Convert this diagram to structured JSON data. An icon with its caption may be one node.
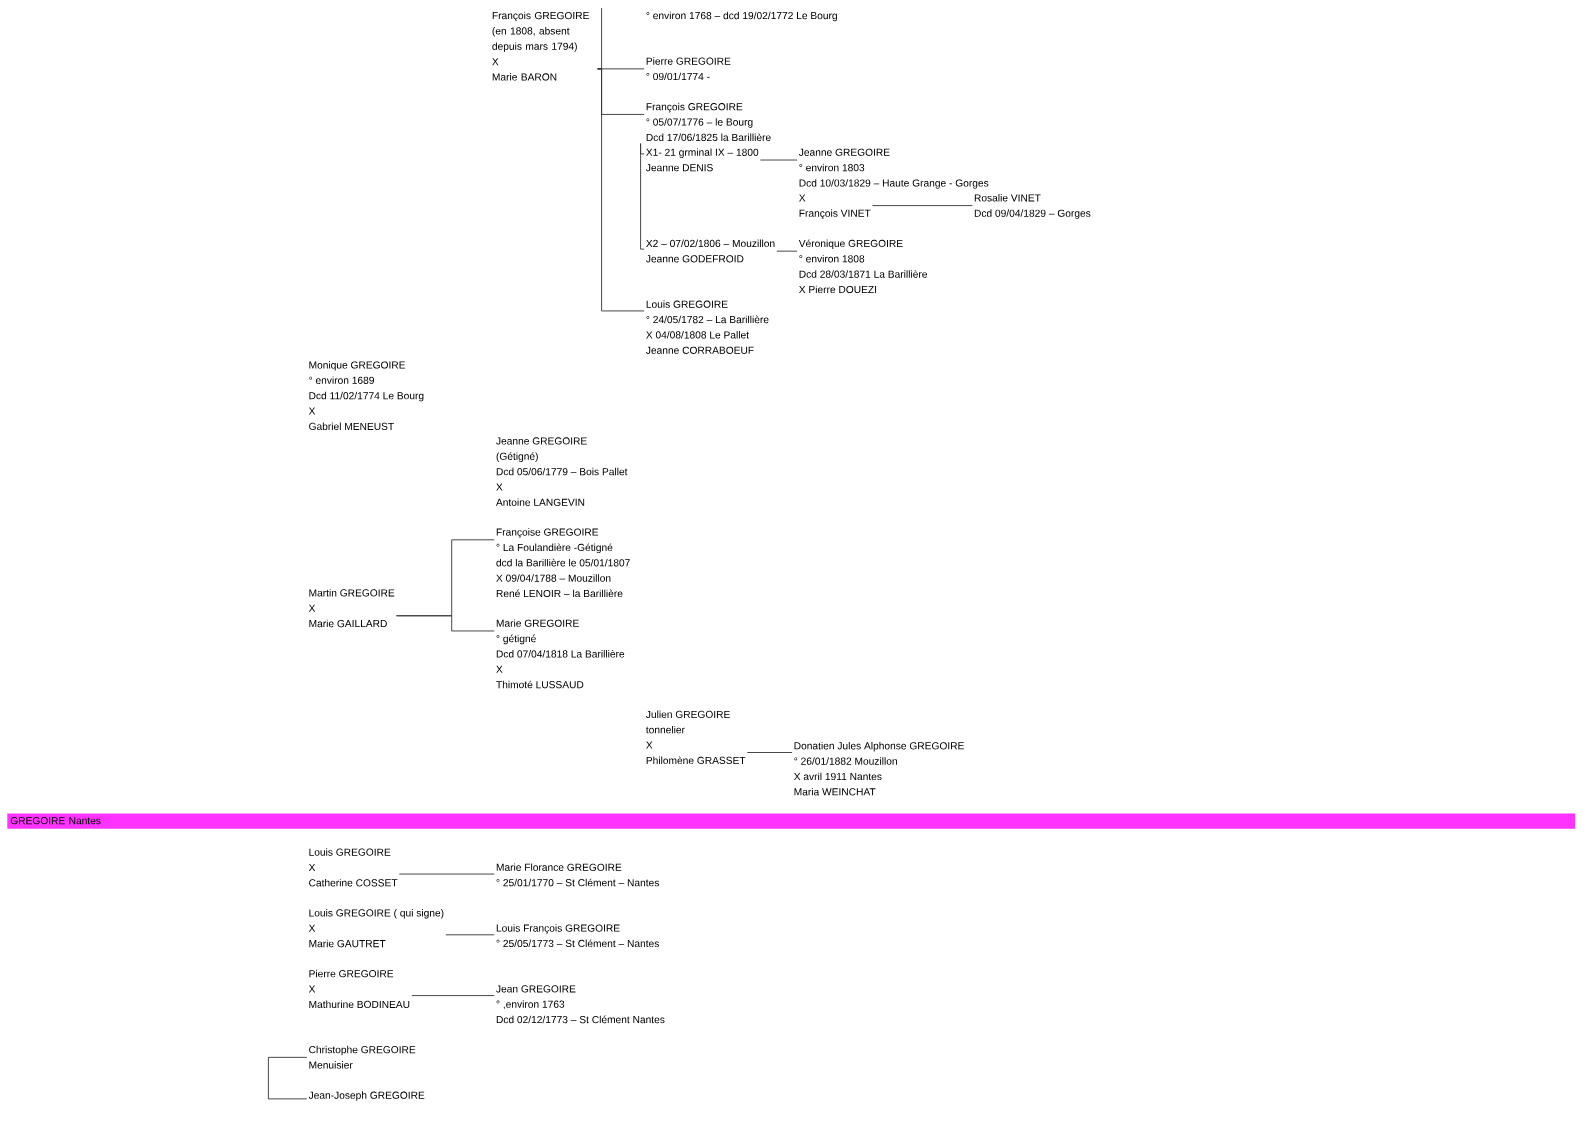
{
  "diagram": {
    "nodes": [
      {
        "text": [
          "° environ 1768 – dcd 19/02/1772 Le Bourg"
        ]
      },
      {
        "text": [
          "François GREGOIRE",
          "(en 1808, absent depuis mars 1794)",
          "X",
          "Marie BARON"
        ]
      },
      {
        "text": [
          "Pierre GREGOIRE",
          "° 09/01/1774 -"
        ]
      },
      {
        "text": [
          "François GREGOIRE",
          "° 05/07/1776 – le Bourg",
          "Dcd 17/06/1825 la Barillière"
        ]
      },
      {
        "text": [
          "X1- 21 grminal IX – 1800",
          "Jeanne DENIS"
        ]
      },
      {
        "text": [
          "X2 – 07/02/1806 – Mouzillon",
          "Jeanne GODEFROID"
        ]
      },
      {
        "text": [
          "Jeanne GREGOIRE",
          "° environ 1803",
          "Dcd 10/03/1829 – Haute Grange - Gorges"
        ]
      },
      {
        "text": [
          "X",
          "François VINET"
        ]
      },
      {
        "text": [
          "Rosalie VINET",
          "Dcd 09/04/1829 – Gorges"
        ]
      },
      {
        "text": [
          "Véronique GREGOIRE",
          "° environ 1808",
          "Dcd 28/03/1871 La Barillière",
          "X Pierre DOUEZI"
        ]
      },
      {
        "text": [
          "Louis GREGOIRE",
          "° 24/05/1782 – La Barillière",
          "X 04/08/1808 Le Pallet",
          "Jeanne CORRABOEUF"
        ]
      },
      {
        "text": [
          "Monique GREGOIRE",
          "° environ 1689",
          "Dcd 11/02/1774 Le Bourg",
          "X",
          "Gabriel MENEUST"
        ]
      },
      {
        "text": [
          "Jeanne GREGOIRE",
          "(Gétigné)",
          "Dcd 05/06/1779 – Bois Pallet",
          "X",
          "Antoine LANGEVIN"
        ]
      },
      {
        "text": [
          "Martin GREGOIRE",
          "X",
          "Marie GAILLARD"
        ]
      },
      {
        "text": [
          "Françoise GREGOIRE",
          "° La Foulandière -Gétigné",
          "dcd la Barillière le 05/01/1807",
          "X 09/04/1788 – Mouzillon",
          "René LENOIR – la Barillière"
        ]
      },
      {
        "text": [
          "Marie GREGOIRE",
          "° gétigné",
          "Dcd 07/04/1818 La Barillière",
          "X",
          "Thimoté LUSSAUD"
        ]
      },
      {
        "text": [
          "Julien GREGOIRE",
          "tonnelier",
          "X",
          "Philomène GRASSET"
        ]
      },
      {
        "text": [
          "Donatien Jules Alphonse GREGOIRE",
          "° 26/01/1882 Mouzillon",
          "X avril 1911 Nantes",
          "Maria WEINCHAT"
        ]
      },
      {
        "text": [
          "GREGOIRE Nantes"
        ]
      },
      {
        "text": [
          "Louis GREGOIRE",
          "X",
          "Catherine COSSET"
        ]
      },
      {
        "text": [
          "Marie Florance GREGOIRE",
          "° 25/01/1770 – St Clément – Nantes"
        ]
      },
      {
        "text": [
          "Louis GREGOIRE ( qui signe)",
          "X",
          "Marie GAUTRET"
        ]
      },
      {
        "text": [
          "Louis François GREGOIRE",
          "° 25/05/1773 – St Clément – Nantes"
        ]
      },
      {
        "text": [
          "Pierre GREGOIRE",
          "X",
          "Mathurine BODINEAU"
        ]
      },
      {
        "text": [
          "Jean GREGOIRE",
          "° ,environ 1763",
          "Dcd 02/12/1773 – St Clément Nantes"
        ]
      },
      {
        "text": [
          "Christophe GREGOIRE",
          "Menuisier"
        ]
      },
      {
        "text": [
          "Jean-Joseph GREGOIRE"
        ]
      }
    ],
    "edges": [
      {
        "from": 1,
        "to": null,
        "arrow": "none"
      },
      {
        "from": 1,
        "to": 2,
        "arrow": "none"
      },
      {
        "from": 1,
        "to": 3,
        "arrow": "none"
      },
      {
        "from": 1,
        "to": 10,
        "arrow": "none"
      },
      {
        "from": 3,
        "to": 4,
        "arrow": "none"
      },
      {
        "from": 3,
        "to": 5,
        "arrow": "none"
      },
      {
        "from": 4,
        "to": 6,
        "arrow": "none"
      },
      {
        "from": 5,
        "to": 9,
        "arrow": "none"
      },
      {
        "from": 7,
        "to": 8,
        "arrow": "none"
      },
      {
        "from": 13,
        "to": 14,
        "arrow": "none"
      },
      {
        "from": 13,
        "to": 15,
        "arrow": "none"
      },
      {
        "from": 16,
        "to": 17,
        "arrow": "none"
      },
      {
        "from": 19,
        "to": 20,
        "arrow": "none"
      },
      {
        "from": 21,
        "to": 22,
        "arrow": "none"
      },
      {
        "from": 23,
        "to": 24,
        "arrow": "none"
      },
      {
        "from": 25,
        "to": 26,
        "arrow": "none"
      }
    ]
  }
}
